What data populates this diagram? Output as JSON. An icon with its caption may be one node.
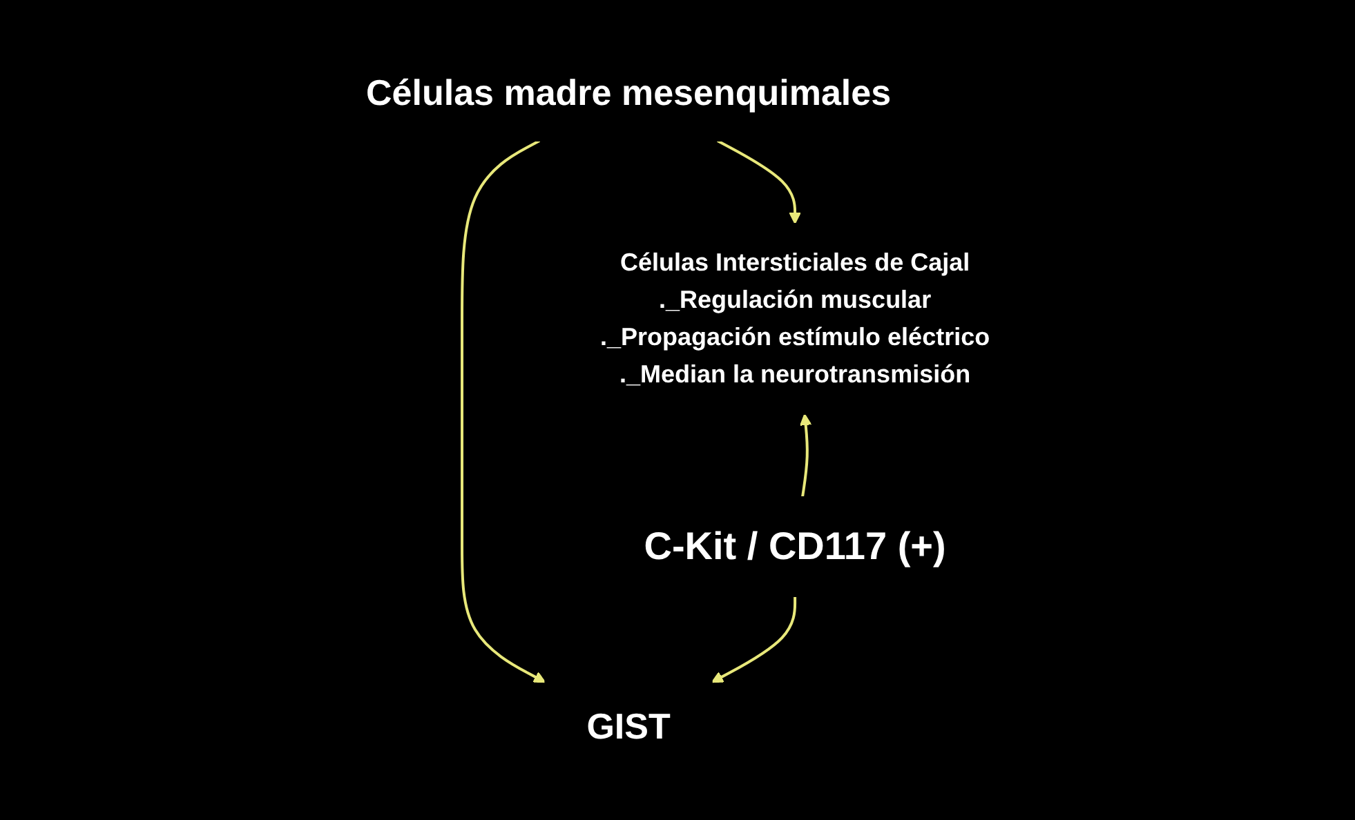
{
  "diagram": {
    "nodes": [
      {
        "text": [
          "Células madre mesenquimales"
        ]
      },
      {
        "text": [
          "Células Intersticiales de Cajal",
          "._Regulación muscular",
          "._Propagación estímulo eléctrico",
          "._Median la neurotransmisión"
        ]
      },
      {
        "text": [
          "GIST"
        ]
      },
      {
        "text": [
          "C-Kit / CD117 (+)"
        ]
      }
    ],
    "edges": [
      {
        "from": 0,
        "to": 1,
        "arrow": "to"
      },
      {
        "from": 0,
        "to": 2,
        "arrow": "to"
      },
      {
        "from": 3,
        "to": 1,
        "arrow": "to"
      },
      {
        "from": 3,
        "to": 2,
        "arrow": "to"
      }
    ]
  }
}
